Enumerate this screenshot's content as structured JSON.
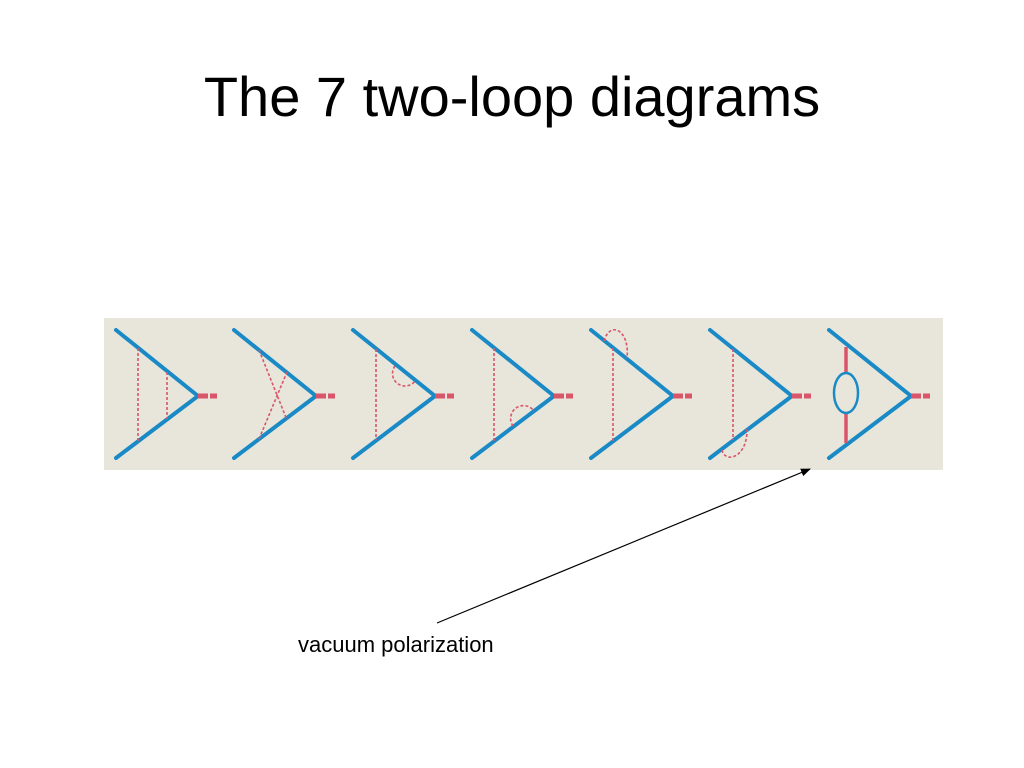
{
  "slide": {
    "title": "The 7 two-loop diagrams",
    "annotation": "vacuum polarization"
  },
  "diagrams": [
    {
      "kind": "ladder"
    },
    {
      "kind": "crossed"
    },
    {
      "kind": "corner-self-energy-upper"
    },
    {
      "kind": "corner-self-energy-lower"
    },
    {
      "kind": "leg-self-energy-upper"
    },
    {
      "kind": "leg-self-energy-lower"
    },
    {
      "kind": "vacuum-polarization"
    }
  ],
  "colors": {
    "panel_background": "#e8e6da",
    "fermion_line": "#1a8ac6",
    "photon_line": "#d9566a",
    "arrow": "#000000",
    "text": "#000000"
  }
}
